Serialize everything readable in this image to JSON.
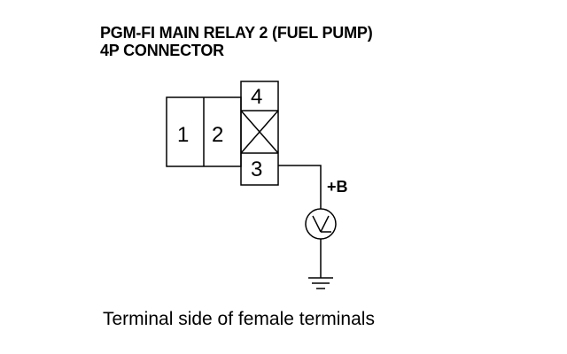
{
  "title": {
    "line1": "PGM-FI MAIN RELAY 2 (FUEL PUMP)",
    "line2": "4P CONNECTOR"
  },
  "connector": {
    "pins": [
      "1",
      "2",
      "3",
      "4"
    ]
  },
  "supply_label": "+B",
  "caption": "Terminal side of female terminals",
  "icons": [
    "voltmeter-icon",
    "ground-icon"
  ]
}
